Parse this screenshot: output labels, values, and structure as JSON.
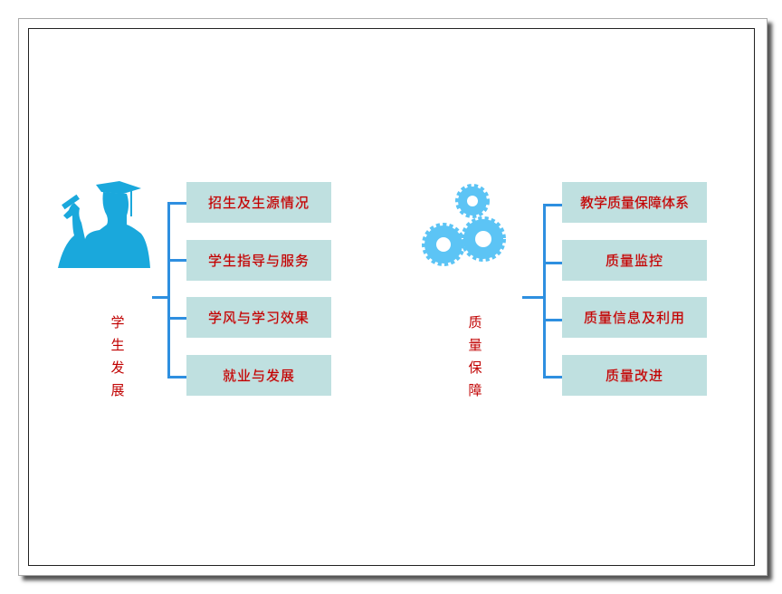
{
  "left": {
    "label_chars": [
      "学",
      "生",
      "发",
      "展"
    ],
    "items": [
      "招生及生源情况",
      "学生指导与服务",
      "学风与学习效果",
      "就业与发展"
    ],
    "icon": "graduate-icon"
  },
  "right": {
    "label_chars": [
      "质",
      "量",
      "保",
      "障"
    ],
    "items": [
      "教学质量保障体系",
      "质量监控",
      "质量信息及利用",
      "质量改进"
    ],
    "icon": "gears-icon"
  },
  "colors": {
    "box": "#bfe0e0",
    "text": "#c00000",
    "line": "#2e8fe0",
    "icon": "#1aa8dc",
    "gear": "#5cc4f5"
  }
}
